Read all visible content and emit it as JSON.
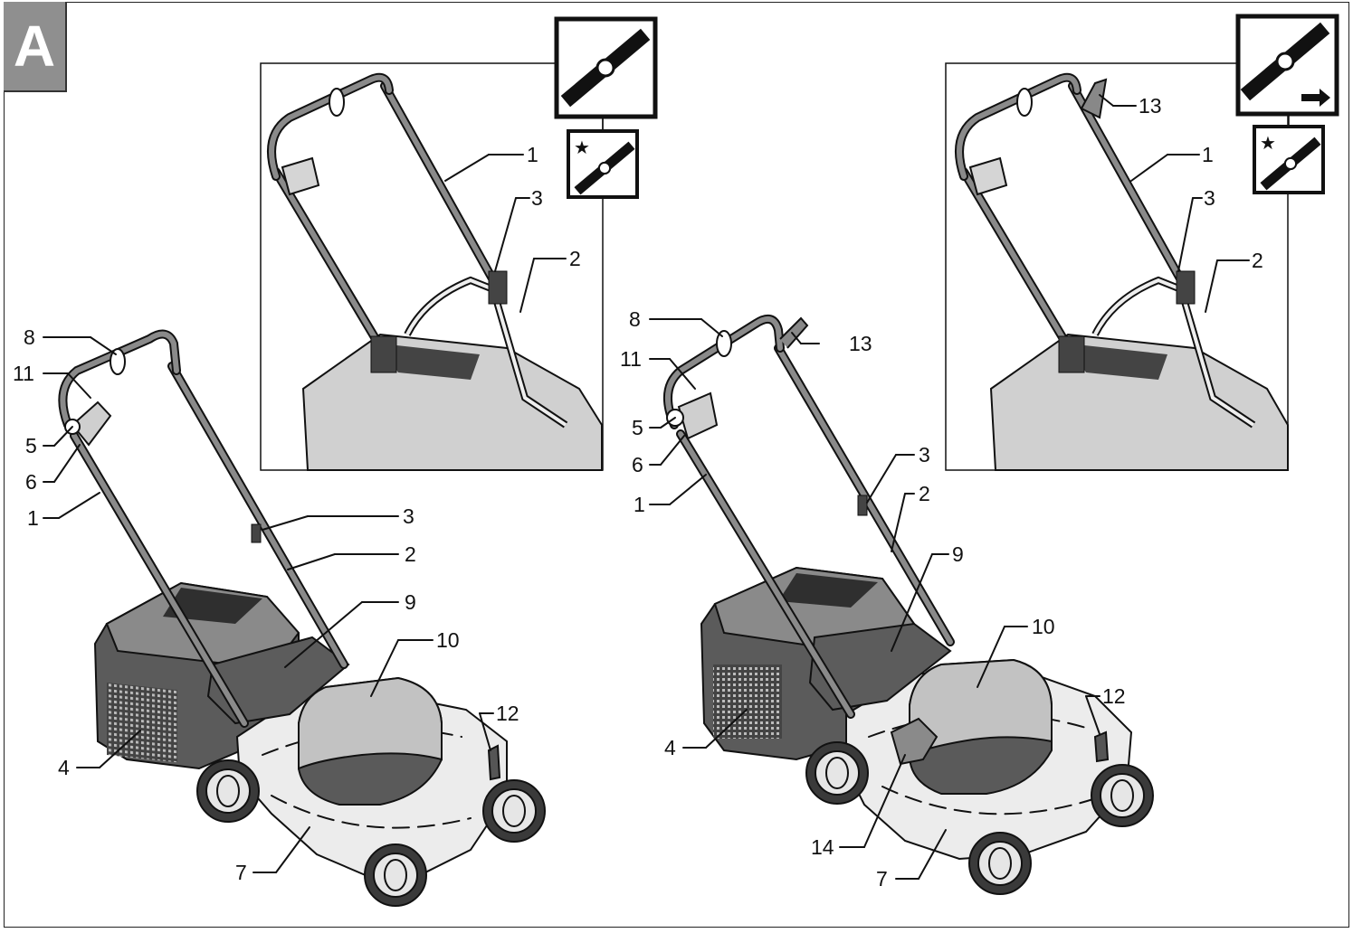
{
  "figure": {
    "panel_letter": "A",
    "callouts_left": [
      "8",
      "11",
      "5",
      "6",
      "1",
      "3",
      "2",
      "9",
      "10",
      "12",
      "4",
      "7"
    ],
    "callouts_middle": [
      "8",
      "13",
      "11",
      "5",
      "6",
      "1",
      "3",
      "2",
      "9",
      "10",
      "12",
      "4",
      "14",
      "7"
    ],
    "callouts_inset_left": [
      "1",
      "3",
      "2"
    ],
    "callouts_inset_right": [
      "13",
      "1",
      "3",
      "2"
    ],
    "colors": {
      "deck": "#e9e9e9",
      "motor_cover": "#bdbdbd",
      "bag": "#5b5b5b",
      "bag_dark": "#2f2f2f",
      "tire": "#3a3a3a",
      "handle": "#7a7a7a",
      "ink": "#111111"
    },
    "icons": [
      "blade-symbol-icon",
      "blade-star-symbol-icon",
      "blade-arrow-symbol-icon"
    ]
  }
}
